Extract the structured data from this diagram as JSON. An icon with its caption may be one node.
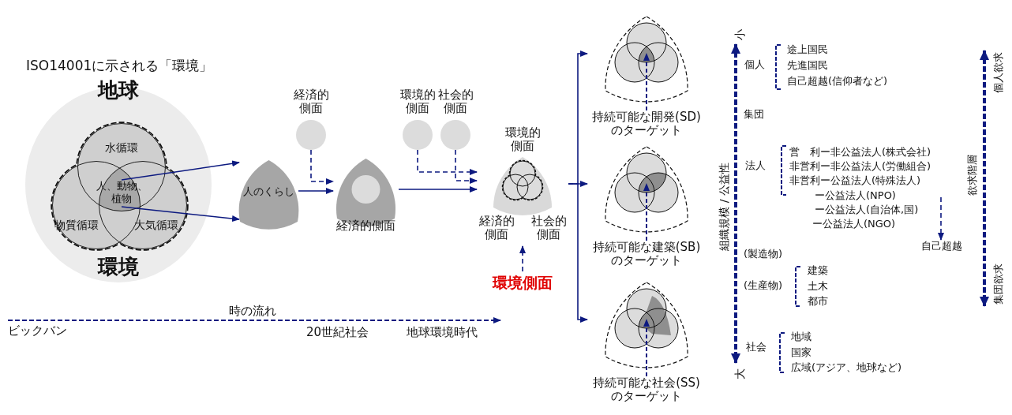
{
  "diagram": {
    "nodes": [
      {
        "text": [
          "地球",
          "環境"
        ]
      },
      {
        "text": [
          "水循環"
        ],
        "in": 0
      },
      {
        "text": [
          "物質循環"
        ],
        "in": 0
      },
      {
        "text": [
          "大気循環"
        ],
        "in": 0
      },
      {
        "text": [
          "人、動物、植物"
        ],
        "in": 0
      },
      {
        "text": [
          "人のくらし"
        ]
      },
      {
        "text": [
          "経済的側面"
        ]
      },
      {
        "text": [
          "経済的側面"
        ]
      },
      {
        "text": [
          "環境的側面"
        ]
      },
      {
        "text": [
          "社会的側面"
        ]
      },
      {
        "text": [
          "環境的側面",
          "経済的側面",
          "社会的側面"
        ],
        "beside": [
          "環境側面"
        ]
      },
      {
        "text": [
          "持続可能な開発(SD)のターゲット"
        ]
      },
      {
        "text": [
          "持続可能な建築(SB)のターゲット"
        ]
      },
      {
        "text": [
          "持続可能な社会(SS)のターゲット"
        ]
      },
      {
        "text": [
          "自己超越"
        ]
      }
    ],
    "edges": [
      {
        "from": 4,
        "to": 5,
        "arrow": "to"
      },
      {
        "from": 4,
        "to": 5,
        "arrow": "to"
      },
      {
        "from": 5,
        "to": 7,
        "arrow": "to"
      },
      {
        "from": 6,
        "to": 7,
        "arrow": "to",
        "style": "dashed"
      },
      {
        "from": 7,
        "to": 10,
        "arrow": "to"
      },
      {
        "from": 8,
        "to": 10,
        "arrow": "to",
        "style": "dashed"
      },
      {
        "from": 9,
        "to": 10,
        "arrow": "to",
        "style": "dashed"
      },
      {
        "from": null,
        "to": 10,
        "arrow": "to",
        "style": "dashed"
      },
      {
        "from": 10,
        "to": 11,
        "arrow": "to"
      },
      {
        "from": 10,
        "to": 12,
        "arrow": "to",
        "style": "dashed"
      },
      {
        "from": 10,
        "to": 13,
        "arrow": "to"
      },
      {
        "from": null,
        "to": 14,
        "arrow": "to",
        "style": "dashed"
      }
    ],
    "labels": [
      "ISO14001に示される「環境」",
      "小",
      "個人",
      "途上国民",
      "先進国民",
      "自己超越(信仰者など)",
      "個人欲求",
      "集団",
      "組織規模 / 公益性",
      "法人",
      "営　利ー非公益法人(株式会社)",
      "非営利ー非公益法人(労働組合)",
      "非営利ー公益法人(特殊法人)",
      "ー公益法人(NPO)",
      "ー公益法人(自治体,国)",
      "ー公益法人(NGO)",
      "欲求階層",
      "(製造物)",
      "集団欲求",
      "(生産物)",
      "建築",
      "土木",
      "都市",
      "社会",
      "地域",
      "国家",
      "広域(アジア、地球など)",
      "大",
      "時の流れ",
      "ビックバン",
      "20世紀社会",
      "地球環境時代"
    ]
  }
}
